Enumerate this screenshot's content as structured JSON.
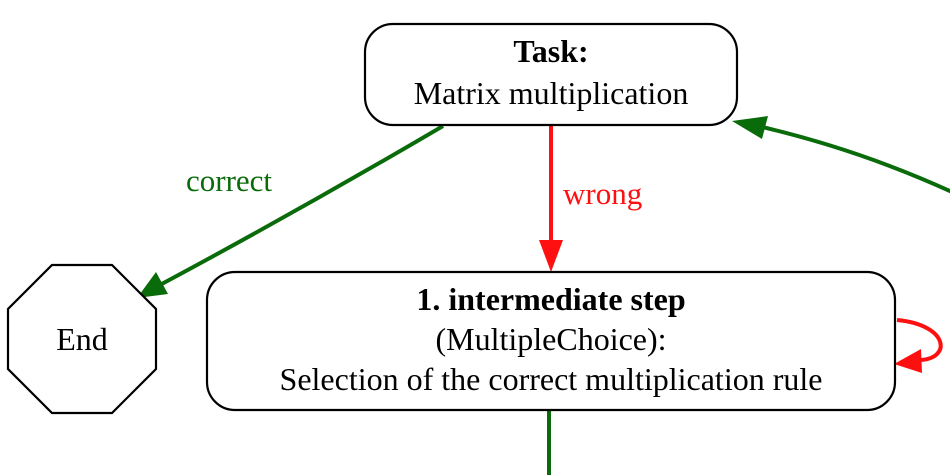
{
  "nodes": {
    "task": {
      "title": "Task:",
      "text": "Matrix multiplication"
    },
    "step1": {
      "title": "1. intermediate step",
      "subtitle": "(MultipleChoice):",
      "text": "Selection of the correct multiplication rule"
    },
    "end": {
      "label": "End"
    }
  },
  "edges": {
    "task_to_end": {
      "label": "correct",
      "color": "#0a6b0a"
    },
    "task_to_step1": {
      "label": "wrong",
      "color": "#ff1010"
    },
    "step1_self": {
      "color": "#ff1010"
    },
    "incoming_right": {
      "color": "#0a6b0a"
    },
    "step1_down": {
      "color": "#0a6b0a"
    }
  }
}
